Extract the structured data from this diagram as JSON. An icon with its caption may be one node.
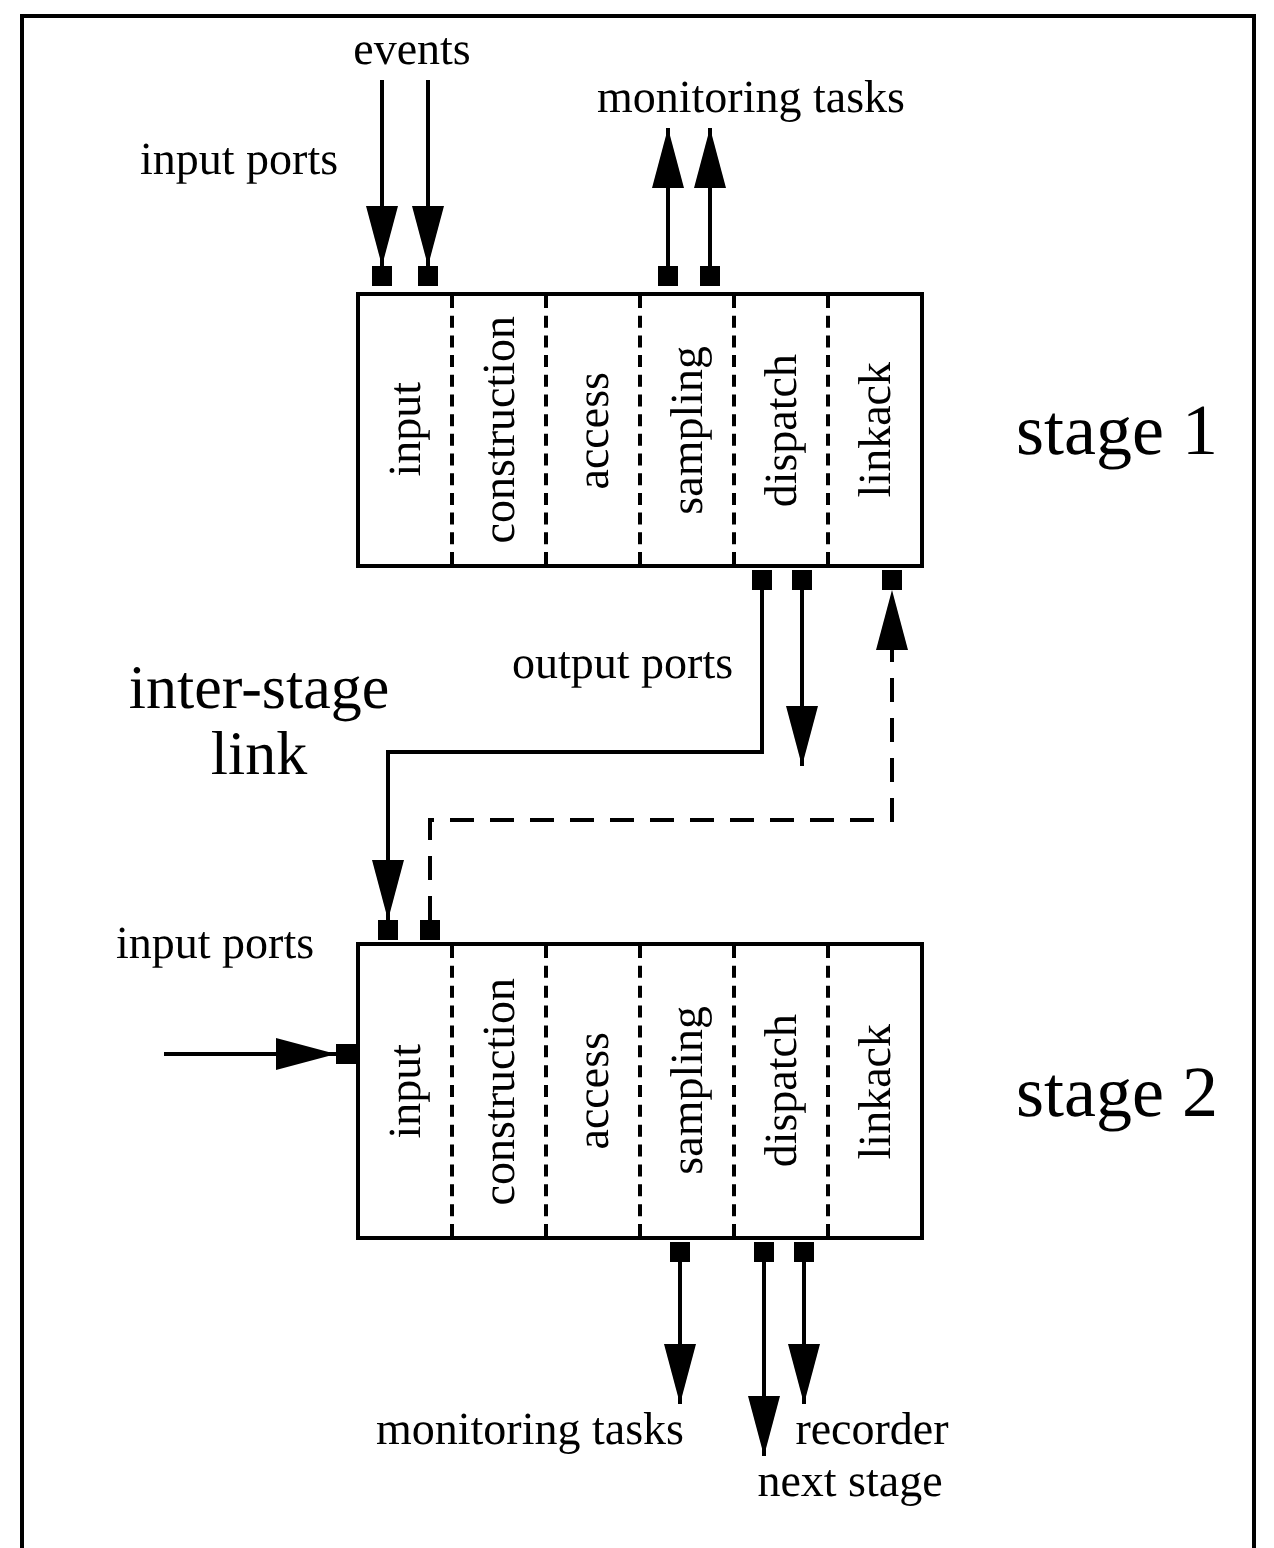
{
  "diagram": {
    "nodes": [
      {
        "text": [
          "stage 1"
        ]
      },
      {
        "text": [
          "input"
        ],
        "in": 0
      },
      {
        "text": [
          "construction"
        ],
        "in": 0
      },
      {
        "text": [
          "access"
        ],
        "in": 0
      },
      {
        "text": [
          "sampling"
        ],
        "in": 0
      },
      {
        "text": [
          "dispatch"
        ],
        "in": 0
      },
      {
        "text": [
          "linkack"
        ],
        "in": 0
      },
      {
        "text": [],
        "shape": "box"
      },
      {
        "text": [],
        "shape": "box"
      },
      {
        "text": [],
        "shape": "box"
      },
      {
        "text": [],
        "shape": "box"
      },
      {
        "text": [],
        "shape": "box"
      },
      {
        "text": [],
        "shape": "box"
      },
      {
        "text": [],
        "shape": "box"
      },
      {
        "text": [
          "stage 2"
        ]
      },
      {
        "text": [
          "input"
        ],
        "in": 14
      },
      {
        "text": [
          "construction"
        ],
        "in": 14
      },
      {
        "text": [
          "access"
        ],
        "in": 14
      },
      {
        "text": [
          "sampling"
        ],
        "in": 14
      },
      {
        "text": [
          "dispatch"
        ],
        "in": 14
      },
      {
        "text": [
          "linkack"
        ],
        "in": 14
      },
      {
        "text": [],
        "shape": "box"
      },
      {
        "text": [],
        "shape": "box"
      },
      {
        "text": [],
        "shape": "box"
      },
      {
        "text": [],
        "shape": "box"
      },
      {
        "text": [],
        "shape": "box"
      },
      {
        "text": [],
        "shape": "box"
      },
      {
        "text": [
          "events"
        ]
      },
      {
        "text": [
          "monitoring tasks"
        ]
      },
      {
        "text": [
          "monitoring tasks"
        ]
      },
      {
        "text": [
          "next stage"
        ]
      },
      {
        "text": [
          "recorder"
        ]
      }
    ],
    "edges": [
      {
        "from": 27,
        "to": 7,
        "arrow": "to"
      },
      {
        "from": 27,
        "to": 8,
        "arrow": "to"
      },
      {
        "from": 9,
        "to": 28,
        "arrow": "to"
      },
      {
        "from": 10,
        "to": 28,
        "arrow": "to"
      },
      {
        "from": 11,
        "to": 21,
        "arrow": "to"
      },
      {
        "from": 12,
        "to": null,
        "arrow": "to"
      },
      {
        "from": 22,
        "to": 13,
        "arrow": "to",
        "style": "dashed"
      },
      {
        "from": null,
        "to": 23,
        "arrow": "to"
      },
      {
        "from": 24,
        "to": 29,
        "arrow": "to"
      },
      {
        "from": 25,
        "to": 30,
        "arrow": "to"
      },
      {
        "from": 26,
        "to": 31,
        "arrow": "to"
      }
    ],
    "labels": [
      "input ports",
      "output ports",
      "inter-stage link",
      "input ports"
    ]
  }
}
